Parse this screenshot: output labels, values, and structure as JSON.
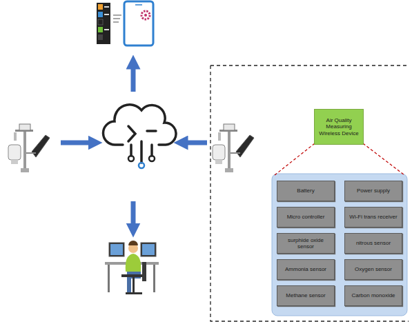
{
  "diagram": {
    "nodes": [
      {
        "text": [
          "Air Quality Measuring Wireless Device"
        ]
      },
      {
        "text": [
          "Battery"
        ]
      },
      {
        "text": [
          "Power supply"
        ]
      },
      {
        "text": [
          "Micro controller"
        ]
      },
      {
        "text": [
          "Wi-Fi trans receiver"
        ]
      },
      {
        "text": [
          "surphide oxide sensor"
        ]
      },
      {
        "text": [
          "nitrous sensor"
        ]
      },
      {
        "text": [
          "Ammonia sensor"
        ]
      },
      {
        "text": [
          "Oxygen sensor"
        ]
      },
      {
        "text": [
          "Methane sensor"
        ]
      },
      {
        "text": [
          "Carbon monoxide"
        ]
      }
    ]
  }
}
